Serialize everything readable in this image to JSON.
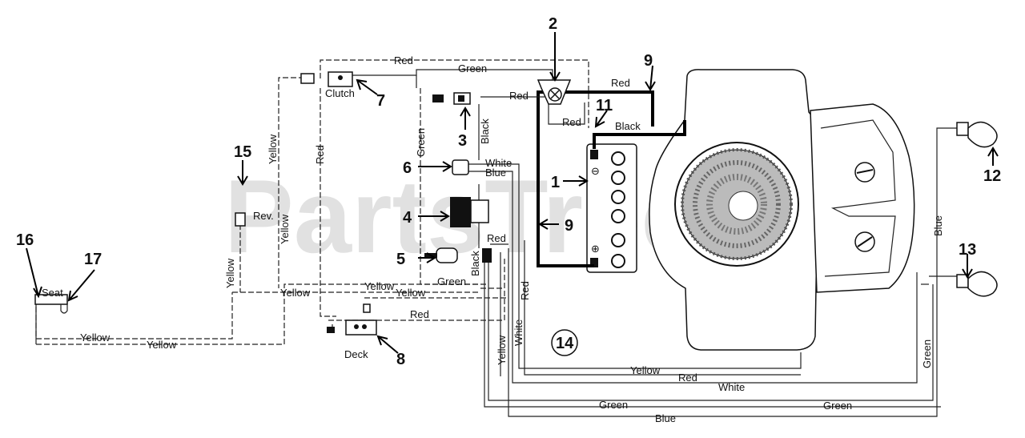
{
  "watermark": "PartsTree",
  "callouts": {
    "n1": "1",
    "n2": "2",
    "n3": "3",
    "n4": "4",
    "n5": "5",
    "n6": "6",
    "n7": "7",
    "n8": "8",
    "n9a": "9",
    "n9b": "9",
    "n11": "11",
    "n12": "12",
    "n13": "13",
    "n14": "14",
    "n15": "15",
    "n16": "16",
    "n17": "17"
  },
  "component_labels": {
    "clutch": "Clutch",
    "deck": "Deck",
    "seat": "Seat",
    "rev": "Rev."
  },
  "wire_labels": {
    "red_top": "Red",
    "green_top": "Green",
    "red_key": "Red",
    "red_key_loop": "Red",
    "red_battery": "Red",
    "black_battery": "Black",
    "black_key": "Black",
    "green_left_vertical": "Green",
    "white_6": "White",
    "blue_6": "Blue",
    "red_vertical_left": "Red",
    "yellow_upper_left": "Yellow",
    "yellow_mid_left": "Yellow",
    "yellow_rev": "Yellow",
    "yellow_mid_horizontal": "Yellow",
    "yellow_seat_1": "Yellow",
    "yellow_seat_2": "Yellow",
    "yellow_mid_right": "Yellow",
    "yellow_upper_horizontal": "Yellow",
    "green_bottom_mid": "Green",
    "black_5": "Black",
    "red_5": "Red",
    "red_deck": "Red",
    "red_vertical_right": "Red",
    "white_vertical": "White",
    "yellow_vertical_right": "Yellow",
    "yellow_bottom": "Yellow",
    "red_bottom": "Red",
    "white_bottom": "White",
    "green_bottom_left": "Green",
    "green_bottom_right": "Green",
    "blue_bottom": "Blue",
    "blue_right": "Blue",
    "green_right": "Green"
  }
}
